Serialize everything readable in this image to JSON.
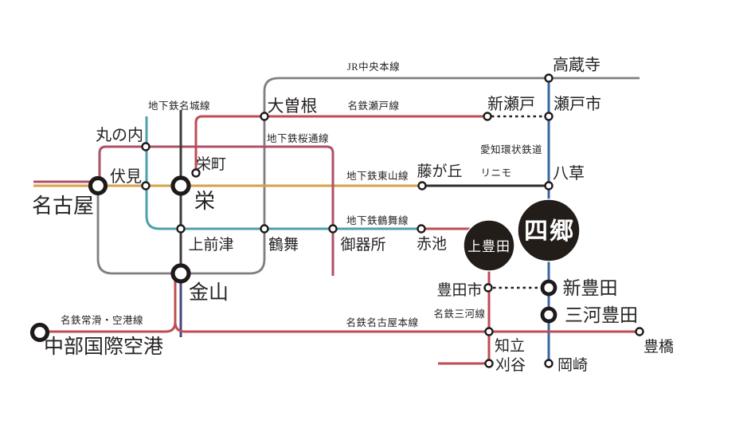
{
  "map": {
    "background_color": "#ffffff",
    "lines": {
      "jr_chuo": {
        "label": "JR中央本線",
        "color": "#7f7f82",
        "label_color": "#4b4b4e"
      },
      "meijo": {
        "label": "地下鉄名城線",
        "color": "#3e3a39",
        "label_color": "#3e3a39"
      },
      "sakuradori": {
        "label": "地下鉄桜通線",
        "color": "#ad5068",
        "label_color": "#c27a92"
      },
      "higashiyama": {
        "label": "地下鉄東山線",
        "color": "#d6a147",
        "label_color": "#d09a3e"
      },
      "tsurumai": {
        "label": "地下鉄鶴舞線",
        "color": "#4fa0ac",
        "label_color": "#60a2bc"
      },
      "meitetsu_seto": {
        "label": "名鉄瀬戸線",
        "color": "#bf4b55",
        "label_color": "#c25560"
      },
      "aichi_loop": {
        "label": "愛知環状鉄道",
        "color": "#35679f",
        "label_color": "#4d7ab7"
      },
      "linimo": {
        "label": "リニモ",
        "color": "#2f2c2b",
        "label_color": "#3a3a3a"
      },
      "meitetsu_airport": {
        "label": "名鉄常滑・空港線",
        "color": "#bf4b55",
        "label_color": "#c25560"
      },
      "meitetsu_nagoya": {
        "label": "名鉄名古屋本線",
        "color": "#bf4b55",
        "label_color": "#c25560"
      },
      "meitetsu_mikawa": {
        "label": "名鉄三河線",
        "color": "#bf4b55",
        "label_color": "#c25560"
      },
      "tokaido_stub": {
        "color": "#45457f"
      },
      "transfer_dash": {
        "color": "#221f1f"
      }
    },
    "stations": {
      "nagoya": {
        "label": "名古屋"
      },
      "marunouchi": {
        "label": "丸の内"
      },
      "fushimi": {
        "label": "伏見"
      },
      "sakaemachi": {
        "label": "栄町"
      },
      "sakae": {
        "label": "栄"
      },
      "ozone": {
        "label": "大曽根"
      },
      "kamimaezu": {
        "label": "上前津"
      },
      "tsurumai_st": {
        "label": "鶴舞"
      },
      "gokiso": {
        "label": "御器所"
      },
      "akaike": {
        "label": "赤池"
      },
      "kanayama": {
        "label": "金山"
      },
      "centrair": {
        "label": "中部国際空港"
      },
      "kozoji": {
        "label": "高蔵寺"
      },
      "shinseto": {
        "label": "新瀬戸"
      },
      "setoshi": {
        "label": "瀬戸市"
      },
      "fujigaoka": {
        "label": "藤が丘"
      },
      "yakusa": {
        "label": "八草"
      },
      "shigo": {
        "label": "四郷"
      },
      "kamitoyota": {
        "label": "上豊田"
      },
      "toyotashi": {
        "label": "豊田市"
      },
      "shintoyota": {
        "label": "新豊田"
      },
      "mikawatoyota": {
        "label": "三河豊田"
      },
      "chiryu": {
        "label": "知立"
      },
      "kariya": {
        "label": "刈谷"
      },
      "okazaki": {
        "label": "岡崎"
      },
      "toyohashi": {
        "label": "豊橋"
      }
    }
  }
}
